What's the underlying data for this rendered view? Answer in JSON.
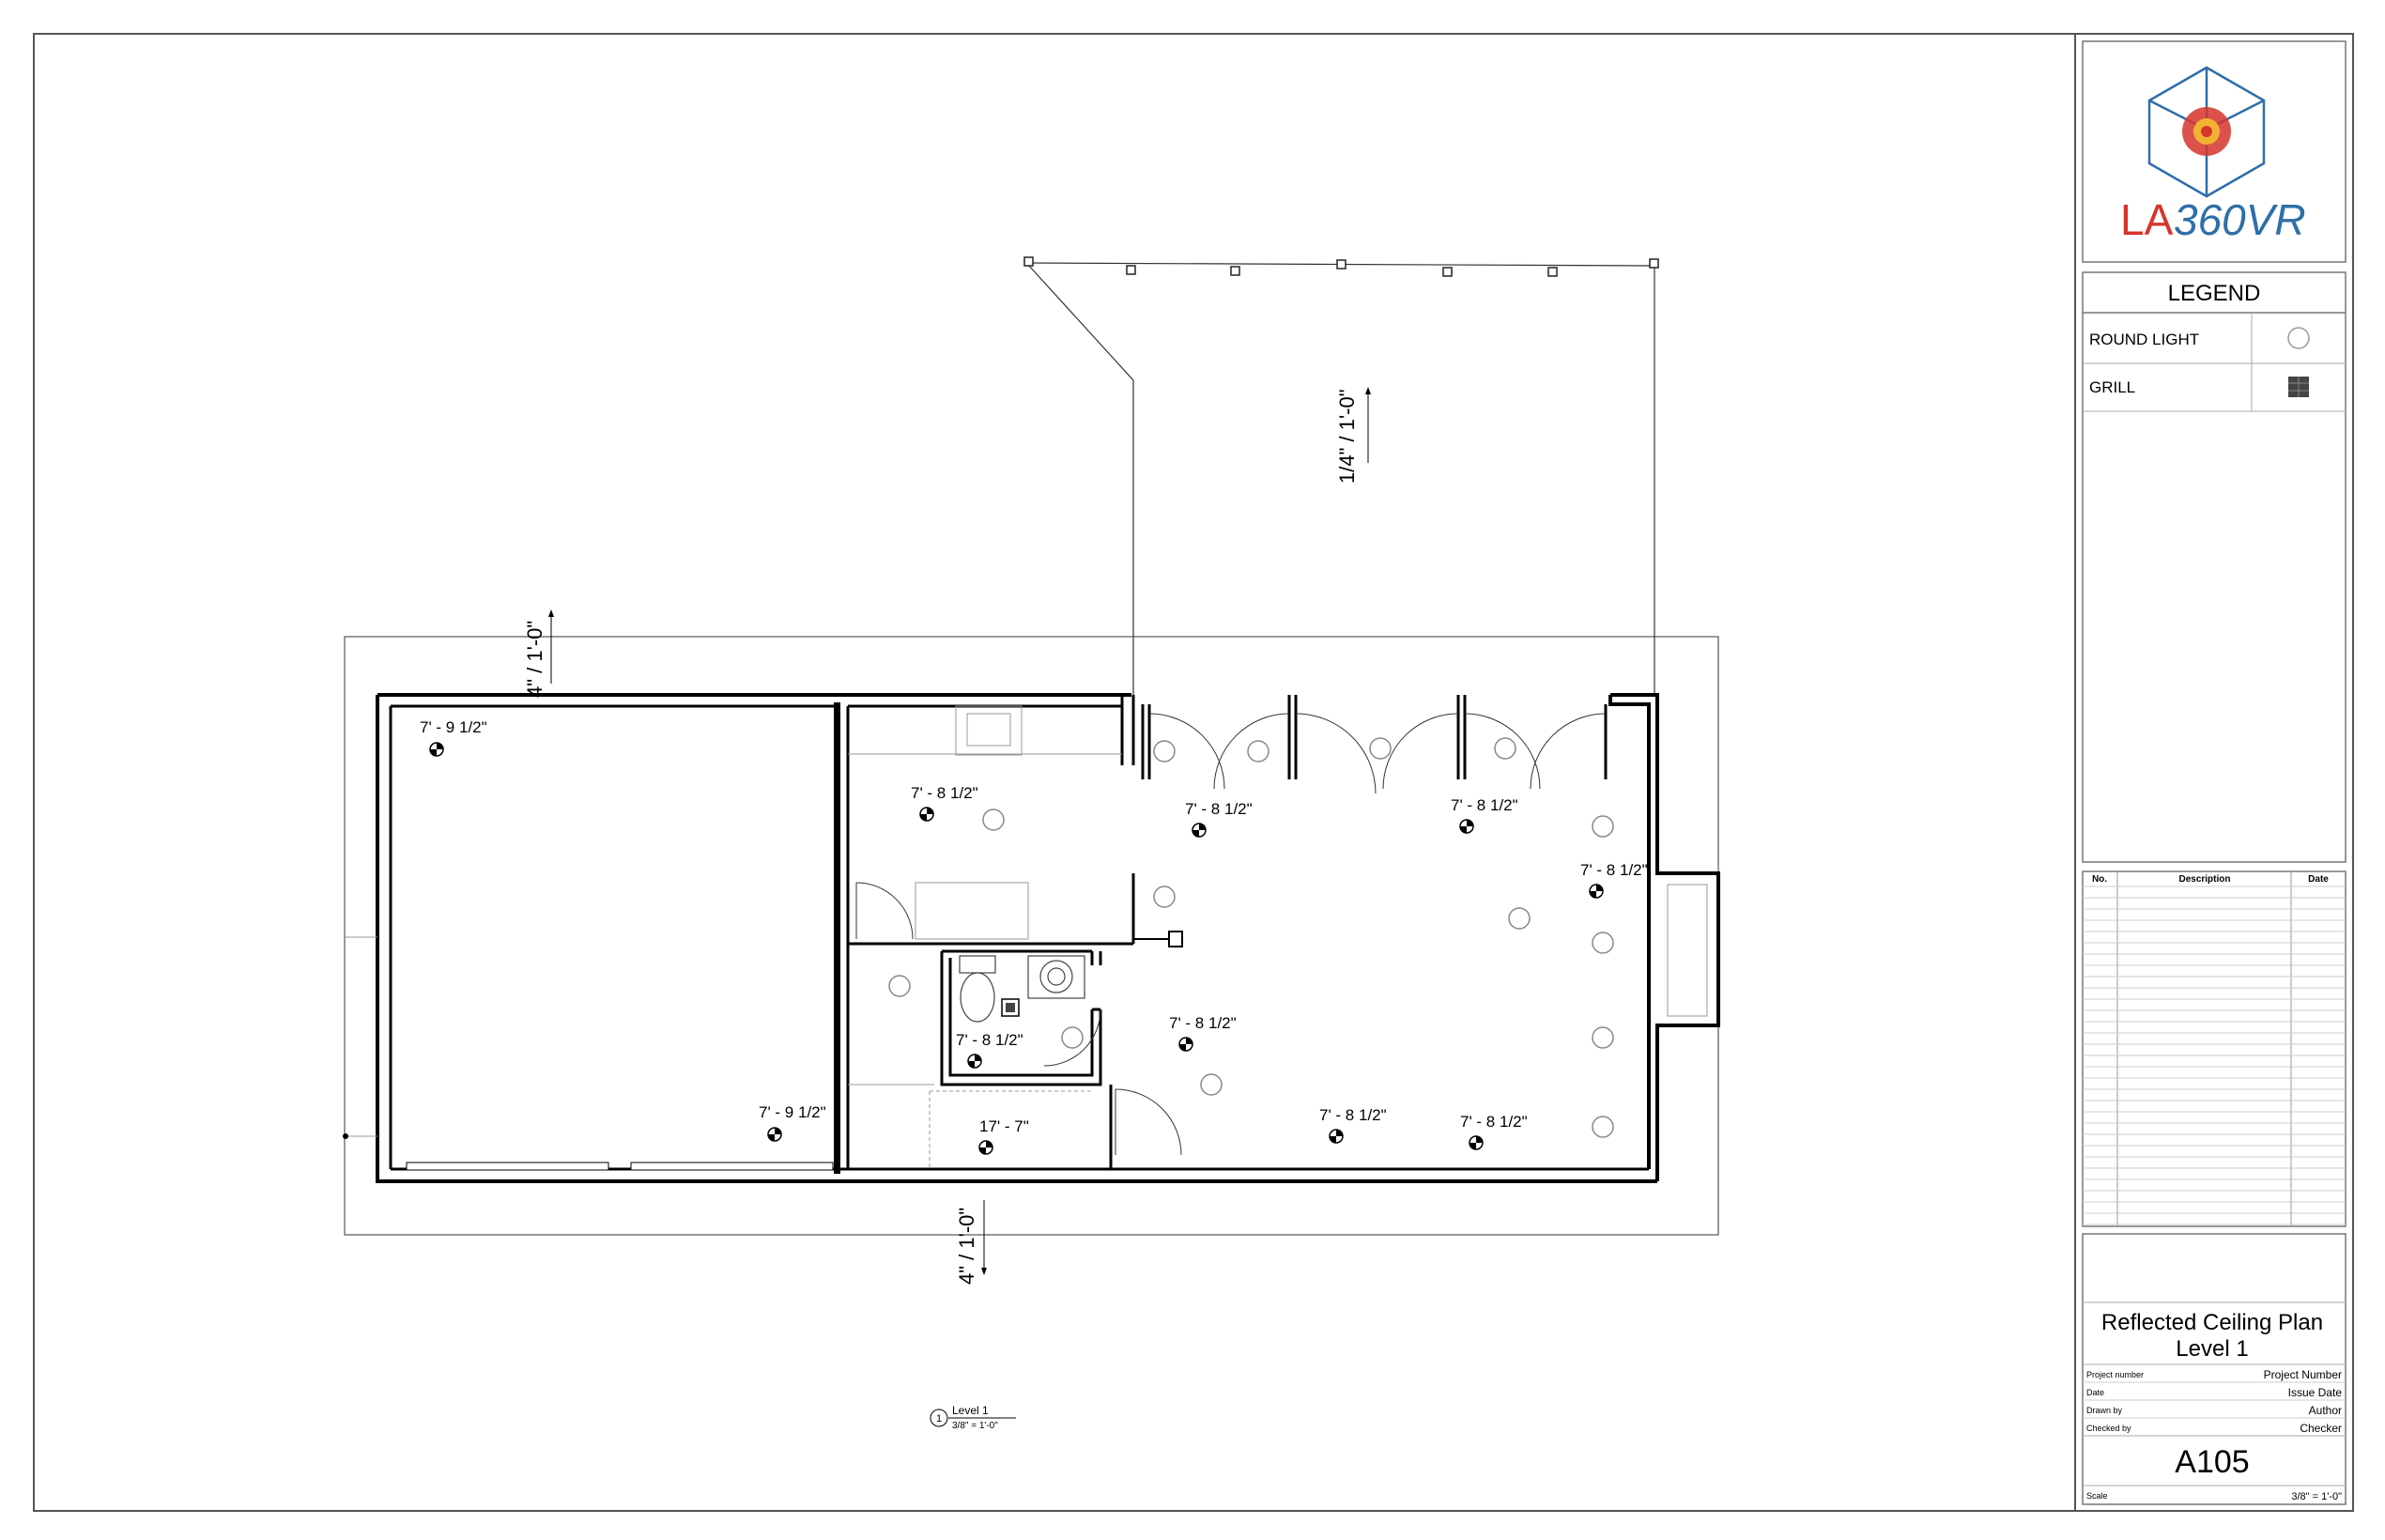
{
  "title_block": {
    "logo_left": "LA",
    "logo_right": "360VR",
    "legend_title": "LEGEND",
    "legend_items": [
      {
        "label": "ROUND LIGHT",
        "symbol": "circle-icon"
      },
      {
        "label": "GRILL",
        "symbol": "grill-icon"
      }
    ],
    "revision_headers": [
      "No.",
      "Description",
      "Date"
    ],
    "sheet_title_line1": "Reflected Ceiling Plan",
    "sheet_title_line2": "Level 1",
    "info_rows": [
      {
        "label": "Project number",
        "value": "Project Number"
      },
      {
        "label": "Date",
        "value": "Issue Date"
      },
      {
        "label": "Drawn by",
        "value": "Author"
      },
      {
        "label": "Checked by",
        "value": "Checker"
      }
    ],
    "sheet_number": "A105",
    "scale_label": "Scale",
    "scale_value": "3/8\" = 1'-0\""
  },
  "plan": {
    "slope_labels": [
      "1/4\" / 1'-0\"",
      "4\" / 1'-0\"",
      "4\" / 1'-0\""
    ],
    "ceiling_heights": [
      "7' - 9 1/2\"",
      "7' - 8 1/2\"",
      "7' - 8 1/2\"",
      "7' - 8 1/2\"",
      "7' - 8 1/2\"",
      "7' - 8 1/2\"",
      "7' - 8 1/2\"",
      "7' - 9 1/2\"",
      "17' - 7\"",
      "7' - 8 1/2\"",
      "7' - 8 1/2\""
    ],
    "view_number": "1",
    "view_name": "Level 1",
    "view_scale": "3/8\" = 1'-0\""
  },
  "colors": {
    "logo_red": "#d6342c",
    "logo_blue": "#2f6fa8"
  }
}
